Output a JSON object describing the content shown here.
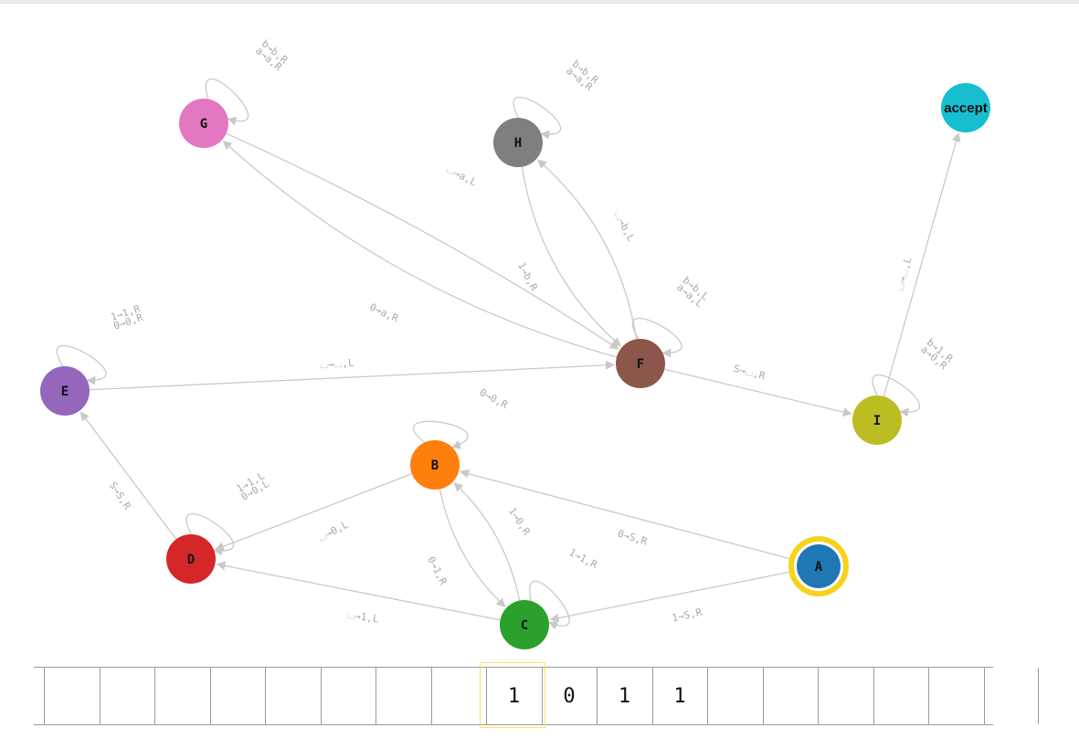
{
  "diagram": {
    "states": [
      {
        "id": "A",
        "label": "A",
        "color": "#1f77b4",
        "start": true,
        "ring_color": "#f7d21b"
      },
      {
        "id": "B",
        "label": "B",
        "color": "#ff7f0e"
      },
      {
        "id": "C",
        "label": "C",
        "color": "#2ca02c"
      },
      {
        "id": "D",
        "label": "D",
        "color": "#d62728"
      },
      {
        "id": "E",
        "label": "E",
        "color": "#9467bd"
      },
      {
        "id": "F",
        "label": "F",
        "color": "#8c564b"
      },
      {
        "id": "G",
        "label": "G",
        "color": "#e377c2"
      },
      {
        "id": "H",
        "label": "H",
        "color": "#7f7f7f"
      },
      {
        "id": "I",
        "label": "I",
        "color": "#bcbd22"
      },
      {
        "id": "accept",
        "label": "accept",
        "color": "#17becf"
      }
    ],
    "transitions": [
      {
        "from": "A",
        "to": "B",
        "labels": [
          "0→S,R"
        ]
      },
      {
        "from": "A",
        "to": "C",
        "labels": [
          "1→S,R"
        ]
      },
      {
        "from": "B",
        "to": "B",
        "labels": [
          "0→0,R"
        ]
      },
      {
        "from": "B",
        "to": "C",
        "labels": [
          "1→0,R"
        ]
      },
      {
        "from": "B",
        "to": "D",
        "labels": [
          "⌴→0,L"
        ]
      },
      {
        "from": "C",
        "to": "C",
        "labels": [
          "1→1,R"
        ]
      },
      {
        "from": "C",
        "to": "B",
        "labels": [
          "0→1,R"
        ]
      },
      {
        "from": "C",
        "to": "D",
        "labels": [
          "⌴→1,L"
        ]
      },
      {
        "from": "D",
        "to": "D",
        "labels": [
          "1→1,L",
          "0→0,L"
        ]
      },
      {
        "from": "D",
        "to": "E",
        "labels": [
          "S→S,R"
        ]
      },
      {
        "from": "E",
        "to": "E",
        "labels": [
          "1→1,R",
          "0→0,R"
        ]
      },
      {
        "from": "E",
        "to": "F",
        "labels": [
          "⌴→⌴,L"
        ]
      },
      {
        "from": "F",
        "to": "F",
        "labels": [
          "b→b,L",
          "a→a,L"
        ]
      },
      {
        "from": "F",
        "to": "G",
        "labels": [
          "0→a,R"
        ]
      },
      {
        "from": "F",
        "to": "H",
        "labels": [
          "1→b,R"
        ]
      },
      {
        "from": "F",
        "to": "I",
        "labels": [
          "S→⌴,R"
        ]
      },
      {
        "from": "G",
        "to": "G",
        "labels": [
          "b→b,R",
          "a→a,R"
        ]
      },
      {
        "from": "G",
        "to": "F",
        "labels": [
          "⌴→a,L"
        ]
      },
      {
        "from": "H",
        "to": "H",
        "labels": [
          "b→b,R",
          "a→a,R"
        ]
      },
      {
        "from": "H",
        "to": "F",
        "labels": [
          "⌴→b,L"
        ]
      },
      {
        "from": "I",
        "to": "I",
        "labels": [
          "b→1,R",
          "a→0,R"
        ]
      },
      {
        "from": "I",
        "to": "accept",
        "labels": [
          "⌴→⌴,L"
        ]
      }
    ]
  },
  "tape": {
    "cells": [
      "",
      "",
      "",
      "",
      "",
      "",
      "",
      "",
      "1",
      "0",
      "1",
      "1",
      "",
      "",
      "",
      "",
      "",
      ""
    ],
    "head_index": 8
  }
}
